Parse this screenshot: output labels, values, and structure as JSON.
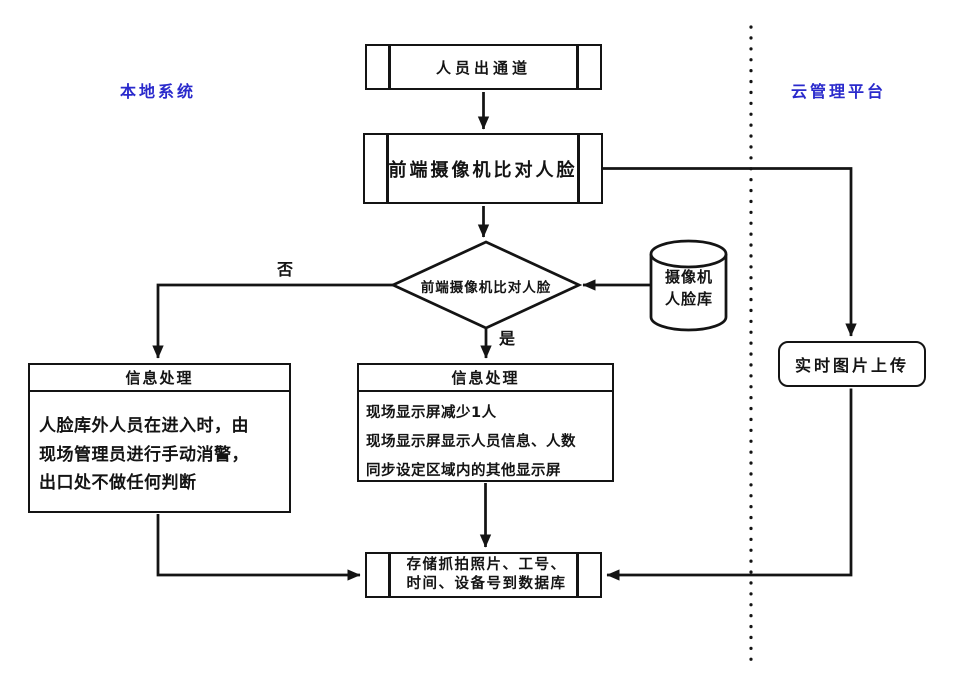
{
  "canvas": {
    "background": "#ffffff",
    "line_color": "#141414",
    "lane_label_color": "#2a2acc"
  },
  "lanes": {
    "local": {
      "label": "本地系统"
    },
    "cloud": {
      "label": "云管理平台"
    }
  },
  "nodes": {
    "exit_channel": {
      "shape": "predefined-process",
      "label": "人员出通道"
    },
    "front_compare": {
      "shape": "predefined-process",
      "label": "前端摄像机比对人脸"
    },
    "decision": {
      "shape": "diamond",
      "label": "前端摄像机比对人脸"
    },
    "face_db": {
      "shape": "database-cylinder",
      "lines": [
        "摄像机",
        "人脸库"
      ]
    },
    "info_no": {
      "shape": "titled-box",
      "title": "信息处理",
      "lines": [
        "人脸库外人员在进入时，由",
        "现场管理员进行手动消警，",
        "出口处不做任何判断"
      ]
    },
    "info_yes": {
      "shape": "titled-box",
      "title": "信息处理",
      "lines": [
        "现场显示屏减少1人",
        "现场显示屏显示人员信息、人数",
        "同步设定区域内的其他显示屏"
      ]
    },
    "store_db": {
      "shape": "predefined-process",
      "lines": [
        "存储抓拍照片、工号、",
        "时间、设备号到数据库"
      ]
    },
    "upload": {
      "shape": "rounded-box",
      "label": "实时图片上传"
    }
  },
  "edge_labels": {
    "no": "否",
    "yes": "是"
  }
}
